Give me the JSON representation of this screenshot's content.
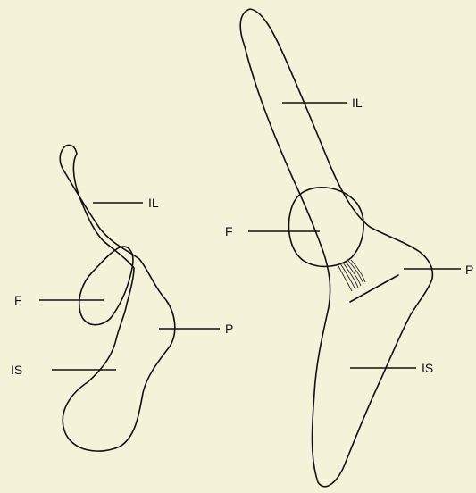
{
  "figures": [
    {
      "labels": {
        "ilium": "IL",
        "femur": "F",
        "pubis": "P",
        "ischium": "IS"
      }
    },
    {
      "labels": {
        "ilium": "IL",
        "femur": "F",
        "pubis": "P",
        "ischium": "IS"
      }
    }
  ]
}
